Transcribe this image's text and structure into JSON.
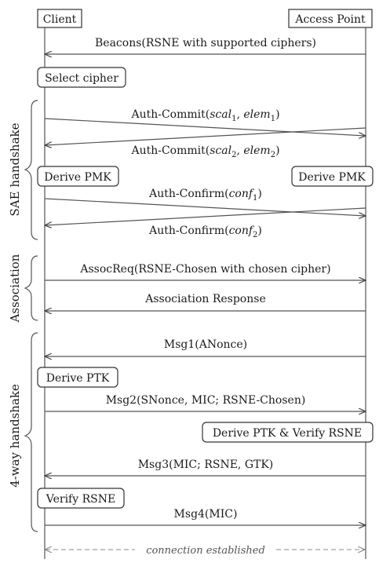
{
  "entities": {
    "client": "Client",
    "access_point": "Access Point"
  },
  "phases": {
    "sae": "SAE handshake",
    "association": "Association",
    "four_way": "4-way handshake"
  },
  "messages": {
    "beacons": "Beacons(RSNE with supported ciphers)",
    "auth_commit": "Auth-Commit(",
    "assoc_req": "AssocReq(RSNE-Chosen with chosen cipher)",
    "assoc_resp": "Association Response",
    "msg1": "Msg1(ANonce)",
    "msg2": "Msg2(SNonce, MIC; RSNE-Chosen)",
    "msg3": "Msg3(MIC; RSNE, GTK)",
    "msg4": "Msg4(MIC)"
  },
  "commit1": {
    "scal": "scal",
    "sub": "1",
    "sep": ", ",
    "elem": "elem",
    "close": ")"
  },
  "commit2": {
    "scal": "scal",
    "sub": "2",
    "sep": ", ",
    "elem": "elem",
    "close": ")"
  },
  "confirm1": {
    "prefix": "Auth-Confirm(",
    "conf": "conf",
    "sub": "1",
    "close": ")"
  },
  "confirm2": {
    "prefix": "Auth-Confirm(",
    "conf": "conf",
    "sub": "2",
    "close": ")"
  },
  "actions": {
    "select_cipher": "Select cipher",
    "derive_pmk_client": "Derive PMK",
    "derive_pmk_ap": "Derive PMK",
    "derive_ptk_client": "Derive PTK",
    "derive_ptk_ap": "Derive PTK & Verify RSNE",
    "verify_rsne": "Verify RSNE"
  },
  "footer": {
    "connection": "connection established"
  }
}
